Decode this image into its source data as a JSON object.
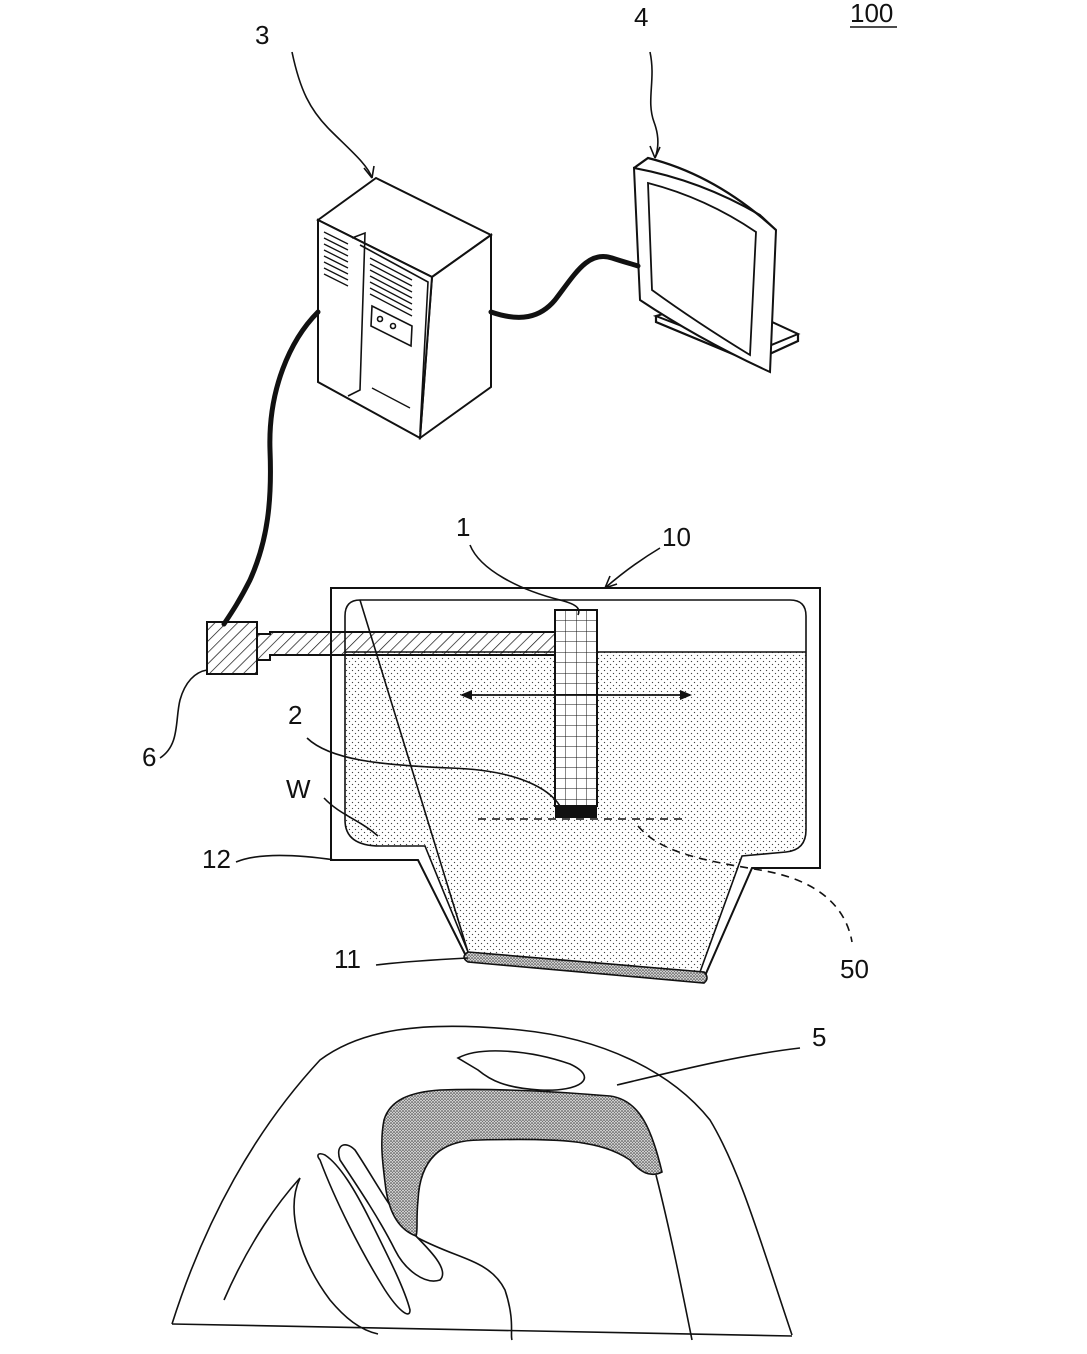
{
  "figure": {
    "reference": "100",
    "labels": {
      "probe": "1",
      "transducer": "2",
      "computer": "3",
      "display": "4",
      "tissue": "5",
      "drive": "6",
      "tank": "10",
      "window": "11",
      "tank_wall": "12",
      "water": "W",
      "focal_plane": "50"
    }
  }
}
